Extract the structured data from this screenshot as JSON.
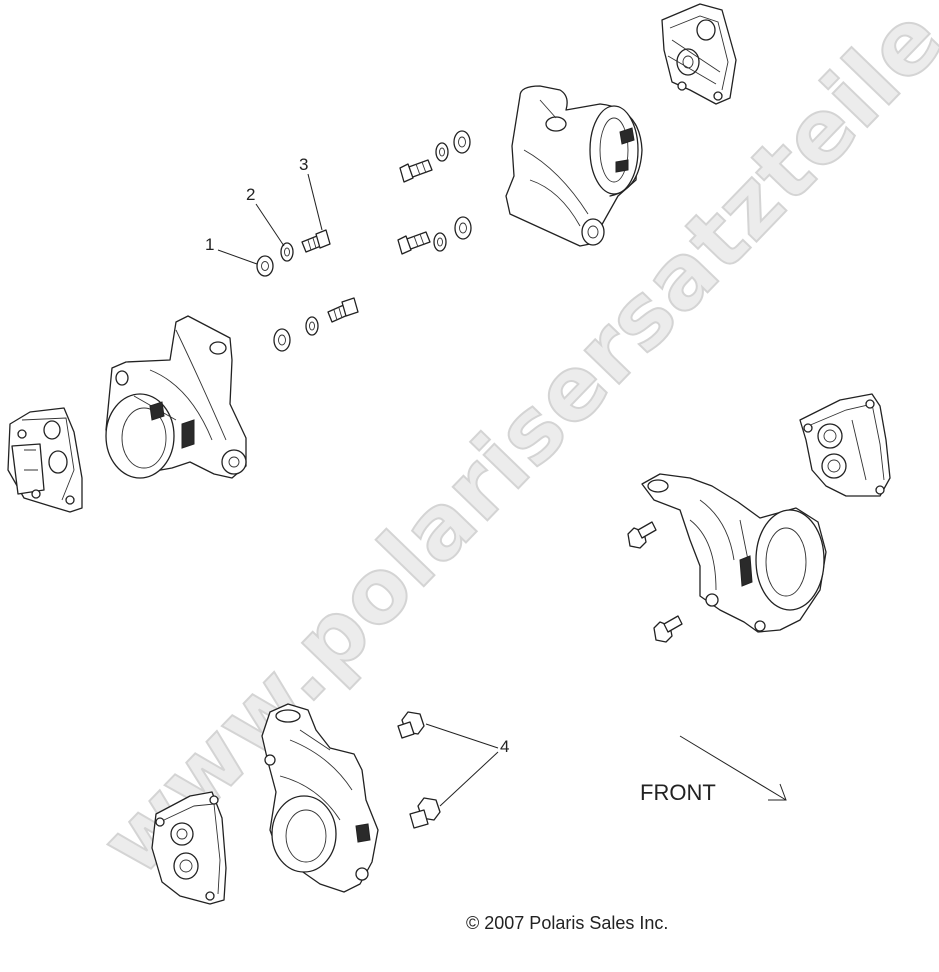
{
  "watermark": "www.polarisersatzteile.de",
  "callouts": [
    "1",
    "2",
    "3",
    "4"
  ],
  "front_label": "FRONT",
  "copyright": "© 2007 Polaris Sales Inc."
}
